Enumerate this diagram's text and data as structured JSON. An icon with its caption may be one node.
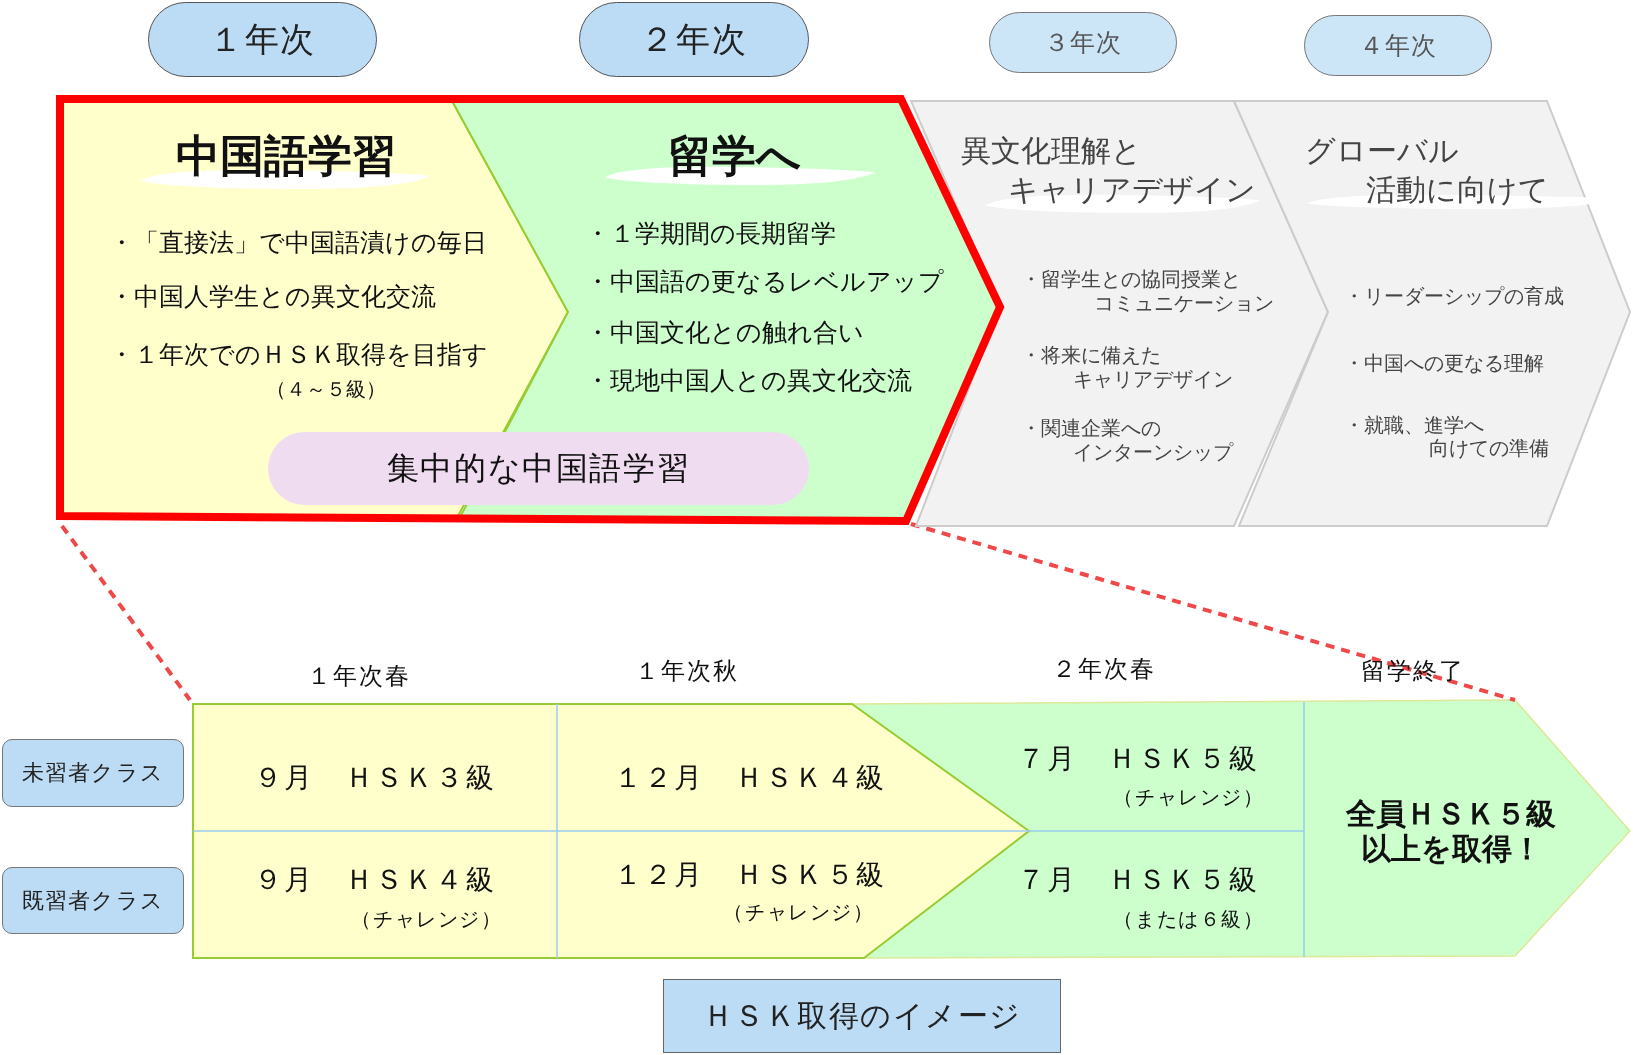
{
  "diagram": {
    "nodes": [
      {
        "text": [
          "１年次"
        ]
      },
      {
        "text": [
          "２年次"
        ]
      },
      {
        "text": [
          "３年次"
        ]
      },
      {
        "text": [
          "４年次"
        ]
      },
      {
        "text": [
          "中国語学習",
          "・「直接法」で中国語漬けの毎日",
          "・中国人学生との異文化交流",
          "・１年次でのＨＳＫ取得を目指す",
          "（４～５級）"
        ]
      },
      {
        "text": [
          "留学へ",
          "・１学期間の長期留学",
          "・中国語の更なるレベルアップ",
          "・中国文化との触れ合い",
          "・現地中国人との異文化交流"
        ]
      },
      {
        "text": [
          "集中的な中国語学習"
        ]
      },
      {
        "text": [
          "異文化理解と",
          "キャリアデザイン",
          "・留学生との協同授業と",
          "コミュニケーション",
          "・将来に備えた",
          "キャリアデザイン",
          "・関連企業への",
          "インターンシップ"
        ]
      },
      {
        "text": [
          "グローバル",
          "活動に向けて",
          "・リーダーシップの育成",
          "・中国への更なる理解",
          "・就職、進学へ",
          "向けての準備"
        ]
      },
      {
        "text": [
          "未習者クラス"
        ]
      },
      {
        "text": [
          "既習者クラス"
        ]
      },
      {
        "text": [
          "ＨＳＫ取得のイメージ"
        ]
      }
    ],
    "labels": [
      "１年次春",
      "１年次秋",
      "２年次春",
      "留学終了",
      "９月　ＨＳＫ３級",
      "１２月　ＨＳＫ４級",
      "７月　ＨＳＫ５級",
      "（チャレンジ）",
      "全員ＨＳＫ５級以上を取得！",
      "９月　ＨＳＫ４級",
      "（チャレンジ）",
      "１２月　ＨＳＫ５級",
      "（チャレンジ）",
      "７月　ＨＳＫ５級",
      "（または６級）"
    ]
  }
}
